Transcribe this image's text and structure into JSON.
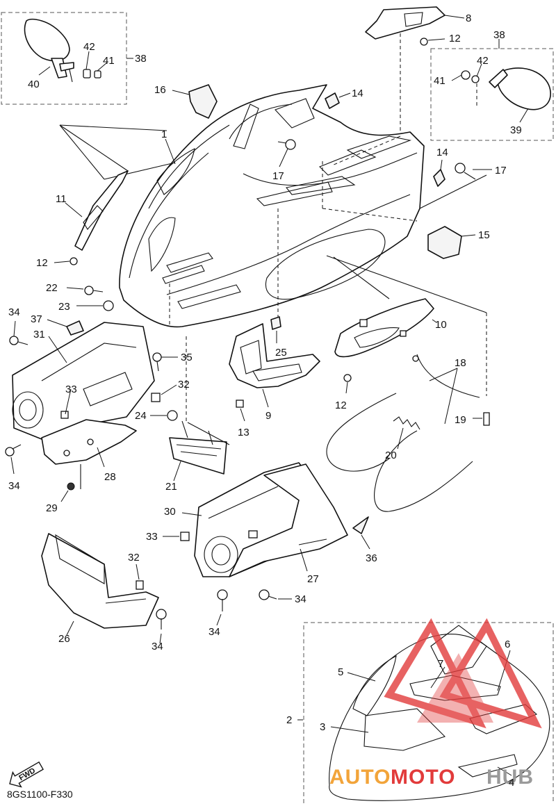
{
  "diagram_code": "8GS1100-F330",
  "fwd_label": "FWD",
  "watermark": {
    "part1": "AUTO",
    "part2": "MOTO",
    "part3": "HUB",
    "color_orange": "#f2a43a",
    "color_red": "#e23b3b",
    "color_gray": "#9a9a9a"
  },
  "labels": {
    "p1": "1",
    "p2": "2",
    "p3": "3",
    "p4": "4",
    "p5": "5",
    "p6": "6",
    "p7": "7",
    "p8": "8",
    "p9": "9",
    "p10": "10",
    "p11": "11",
    "p12a": "12",
    "p12b": "12",
    "p12c": "12",
    "p13": "13",
    "p14a": "14",
    "p14b": "14",
    "p15": "15",
    "p16": "16",
    "p17a": "17",
    "p17b": "17",
    "p18": "18",
    "p19": "19",
    "p20": "20",
    "p21": "21",
    "p22": "22",
    "p23": "23",
    "p24": "24",
    "p25": "25",
    "p26": "26",
    "p27": "27",
    "p28": "28",
    "p29": "29",
    "p30": "30",
    "p31": "31",
    "p32a": "32",
    "p32b": "32",
    "p33a": "33",
    "p33b": "33",
    "p34a": "34",
    "p34b": "34",
    "p34c": "34",
    "p34d": "34",
    "p34e": "34",
    "p35": "35",
    "p36": "36",
    "p37": "37",
    "p38a": "38",
    "p38b": "38",
    "p39": "39",
    "p40": "40",
    "p41a": "41",
    "p41b": "41",
    "p42a": "42",
    "p42b": "42"
  }
}
